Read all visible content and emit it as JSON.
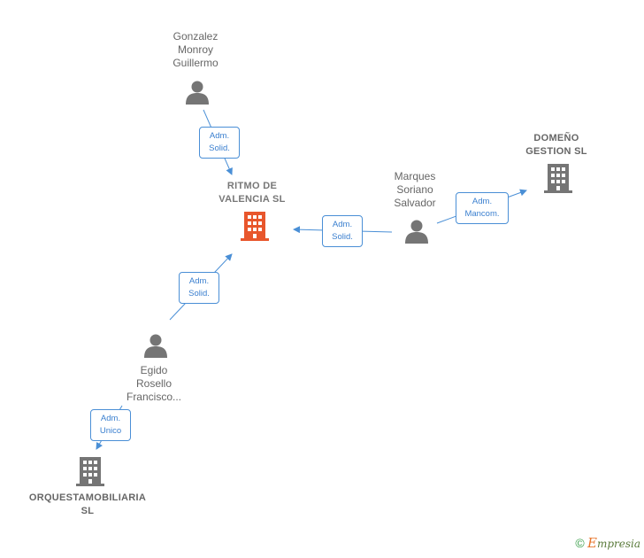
{
  "nodes": {
    "gonzalez": {
      "label": "Gonzalez\nMonroy\nGuillermo",
      "icon": "person-icon"
    },
    "ritmo": {
      "label": "RITMO DE\nVALENCIA  SL",
      "icon": "building-icon",
      "color": "#e8562c"
    },
    "domeno": {
      "label": "DOMEÑO\nGESTION SL",
      "icon": "building-icon"
    },
    "marques": {
      "label": "Marques\nSoriano\nSalvador",
      "icon": "person-icon"
    },
    "egido": {
      "label": "Egido\nRosello\nFrancisco...",
      "icon": "person-icon"
    },
    "orquesta": {
      "label": "ORQUESTAMOBILIARIA\nSL",
      "icon": "building-icon"
    }
  },
  "relations": {
    "gonzalez_ritmo": "Adm.\nSolid.",
    "marques_ritmo": "Adm.\nSolid.",
    "marques_domeno": "Adm.\nMancom.",
    "egido_ritmo": "Adm.\nSolid.",
    "egido_orquesta": "Adm.\nUnico"
  },
  "colors": {
    "edge": "#4a8fd6",
    "node_gray": "#757575",
    "focus": "#e8562c"
  },
  "footer": {
    "copyright": "©",
    "brand_initial": "E",
    "brand_rest": "mpresia"
  }
}
